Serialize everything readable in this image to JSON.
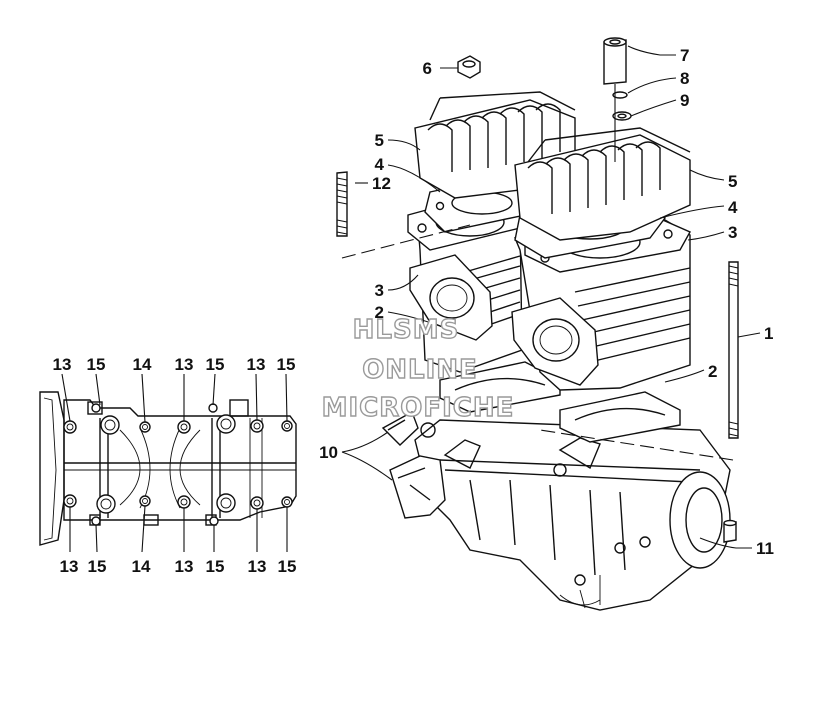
{
  "watermark": [
    "HLSMS",
    "ONLINE",
    "MICROFICHE"
  ],
  "callouts": {
    "c1": "1",
    "c2a": "2",
    "c2b": "2",
    "c3a": "3",
    "c3b": "3",
    "c4a": "4",
    "c4b": "4",
    "c5a": "5",
    "c5b": "5",
    "c6": "6",
    "c7": "7",
    "c8": "8",
    "c9": "9",
    "c10": "10",
    "c11": "11",
    "c12": "12"
  },
  "bolt_top": [
    "13",
    "15",
    "14",
    "13",
    "15",
    "13",
    "15"
  ],
  "bolt_bottom": [
    "13",
    "15",
    "14",
    "13",
    "15",
    "13",
    "15"
  ]
}
